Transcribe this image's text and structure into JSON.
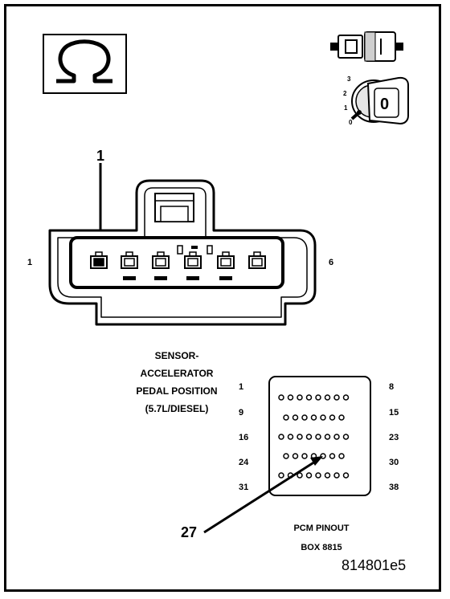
{
  "callout_pin": "1",
  "connector": {
    "left_pin_label": "1",
    "right_pin_label": "6",
    "title_lines": [
      "SENSOR-",
      "ACCELERATOR",
      "PEDAL POSITION",
      "(5.7L/DIESEL)"
    ]
  },
  "ignition": {
    "positions": [
      "3",
      "2",
      "1",
      "0"
    ],
    "key_label": "0"
  },
  "pcm": {
    "row_labels_left": [
      "1",
      "9",
      "16",
      "24",
      "31"
    ],
    "row_labels_right": [
      "8",
      "15",
      "23",
      "30",
      "38"
    ],
    "row_pin_counts": [
      8,
      7,
      8,
      7,
      8
    ],
    "callout_label": "27",
    "title_lines": [
      "PCM PINOUT",
      "BOX 8815"
    ]
  },
  "figure_id": "814801e5"
}
